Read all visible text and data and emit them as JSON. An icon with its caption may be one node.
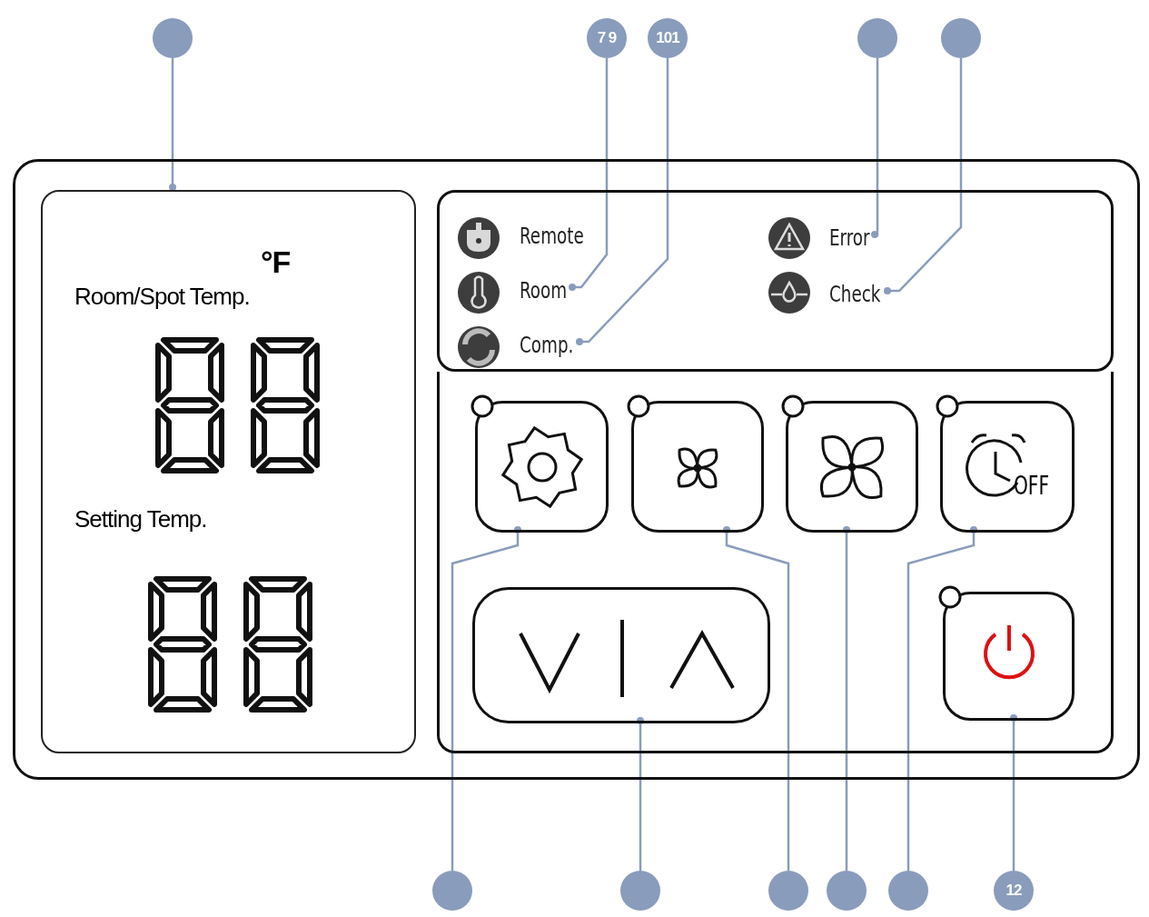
{
  "diagram": {
    "nodes": [
      {
        "text": [],
        "shape": "circle"
      },
      {
        "text": [
          "7 9"
        ]
      },
      {
        "text": [
          "101"
        ]
      },
      {
        "text": [],
        "shape": "circle"
      },
      {
        "text": [],
        "shape": "circle"
      },
      {
        "text": [],
        "shape": "box"
      },
      {
        "text": [
          "°F",
          "Room/Spot Temp.",
          "Setting Temp."
        ],
        "in": 5
      },
      {
        "text": [],
        "shape": "box",
        "in": 5
      },
      {
        "text": [
          "Remote"
        ],
        "in": 7
      },
      {
        "text": [
          "Room"
        ],
        "in": 7
      },
      {
        "text": [
          "Comp."
        ],
        "in": 7
      },
      {
        "text": [
          "Error"
        ],
        "in": 7
      },
      {
        "text": [
          "Check"
        ],
        "in": 7
      },
      {
        "text": [],
        "shape": "box",
        "in": 5
      },
      {
        "text": [],
        "shape": "box",
        "in": 5
      },
      {
        "text": [],
        "shape": "box",
        "in": 5
      },
      {
        "text": [
          "OFF"
        ],
        "in": 5
      },
      {
        "text": [],
        "shape": "box",
        "in": 5
      },
      {
        "text": [],
        "shape": "box",
        "in": 5
      },
      {
        "text": [],
        "shape": "circle"
      },
      {
        "text": [],
        "shape": "circle"
      },
      {
        "text": [],
        "shape": "circle"
      },
      {
        "text": [],
        "shape": "circle"
      },
      {
        "text": [],
        "shape": "circle"
      },
      {
        "text": [
          "12"
        ]
      }
    ],
    "edges": [
      {
        "from": 0,
        "to": 6,
        "arrow": "other"
      },
      {
        "from": 1,
        "to": 9,
        "arrow": "other"
      },
      {
        "from": 2,
        "to": 10,
        "arrow": "other"
      },
      {
        "from": 3,
        "to": 11,
        "arrow": "other"
      },
      {
        "from": 4,
        "to": 12,
        "arrow": "other"
      },
      {
        "from": 19,
        "to": 13,
        "arrow": "other"
      },
      {
        "from": 20,
        "to": 17,
        "arrow": "other"
      },
      {
        "from": 21,
        "to": 14,
        "arrow": "other"
      },
      {
        "from": 22,
        "to": 15,
        "arrow": "other"
      },
      {
        "from": 23,
        "to": 16,
        "arrow": "other"
      },
      {
        "from": 24,
        "to": 18,
        "arrow": "other"
      }
    ]
  }
}
